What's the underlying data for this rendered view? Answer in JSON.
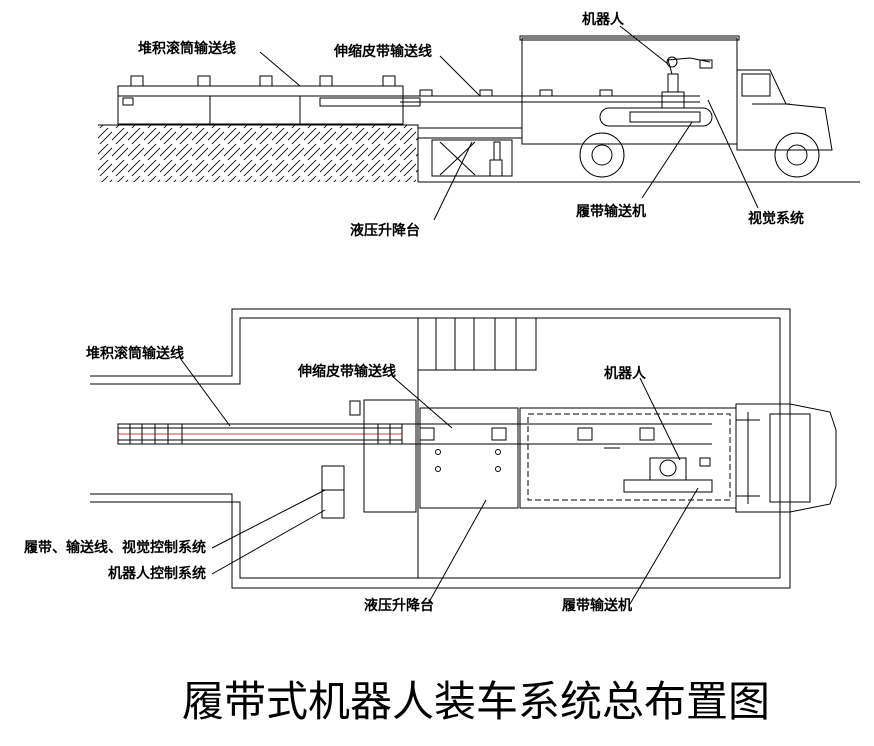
{
  "side_view": {
    "labels": {
      "accumulating_roller_conveyor": "堆积滚筒输送线",
      "telescopic_belt_conveyor": "伸缩皮带输送线",
      "robot": "机器人",
      "hydraulic_lift_platform": "液压升降台",
      "crawler_conveyor": "履带输送机",
      "vision_system": "视觉系统"
    }
  },
  "plan_view": {
    "labels": {
      "accumulating_roller_conveyor": "堆积滚筒输送线",
      "telescopic_belt_conveyor": "伸缩皮带输送线",
      "robot": "机器人",
      "control_system": "履带、输送线、视觉控制系统",
      "robot_control_system": "机器人控制系统",
      "hydraulic_lift_platform": "液压升降台",
      "crawler_conveyor": "履带输送机"
    }
  },
  "title": "履带式机器人装车系统总布置图"
}
